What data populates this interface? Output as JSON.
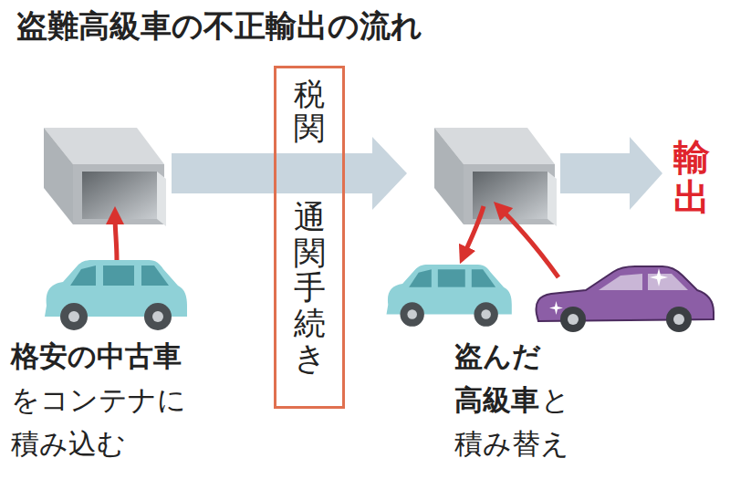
{
  "diagram": {
    "title": "盗難高級車の不正輸出の流れ",
    "nodes": [
      {
        "text": [
          "税関",
          "通関手続き"
        ]
      }
    ],
    "labels": [
      "輸出",
      "格安の中古車",
      "をコンテナに 積み込む",
      "盗んだ 高級車",
      "と",
      "積み替え"
    ]
  }
}
